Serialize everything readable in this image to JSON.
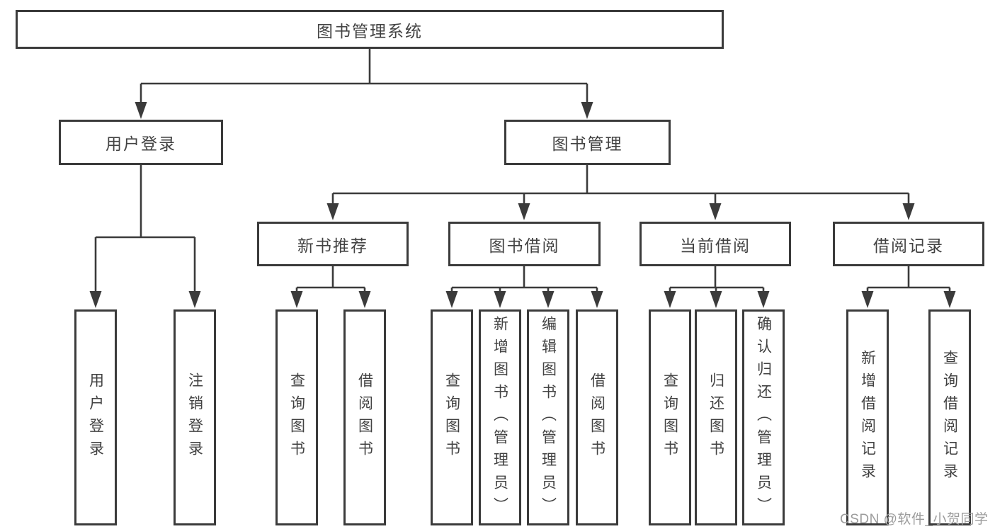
{
  "palette": {
    "line": "#3b3b3b",
    "text": "#424242",
    "box_fill": "#ffffff",
    "watermark": "#9c9c9c",
    "bg": "#ffffff"
  },
  "diagram": {
    "title": "图书管理系统",
    "root": {
      "label": "图书管理系统"
    },
    "branches": [
      {
        "label": "用户登录"
      },
      {
        "label": "图书管理"
      }
    ],
    "modules": [
      {
        "label": "新书推荐"
      },
      {
        "label": "图书借阅"
      },
      {
        "label": "当前借阅"
      },
      {
        "label": "借阅记录"
      }
    ],
    "leaves": [
      {
        "label": "用户登录"
      },
      {
        "label": "注销登录"
      },
      {
        "label": "查询图书"
      },
      {
        "label": "借阅图书"
      },
      {
        "label": "查询图书"
      },
      {
        "label": "新增图书（管理员）"
      },
      {
        "label": "编辑图书（管理员）"
      },
      {
        "label": "借阅图书"
      },
      {
        "label": "查询图书"
      },
      {
        "label": "归还图书"
      },
      {
        "label": "确认归还（管理员）"
      },
      {
        "label": "新增借阅记录"
      },
      {
        "label": "查询借阅记录"
      }
    ]
  },
  "watermark": {
    "text": "CSDN @软件_小贺同学"
  }
}
